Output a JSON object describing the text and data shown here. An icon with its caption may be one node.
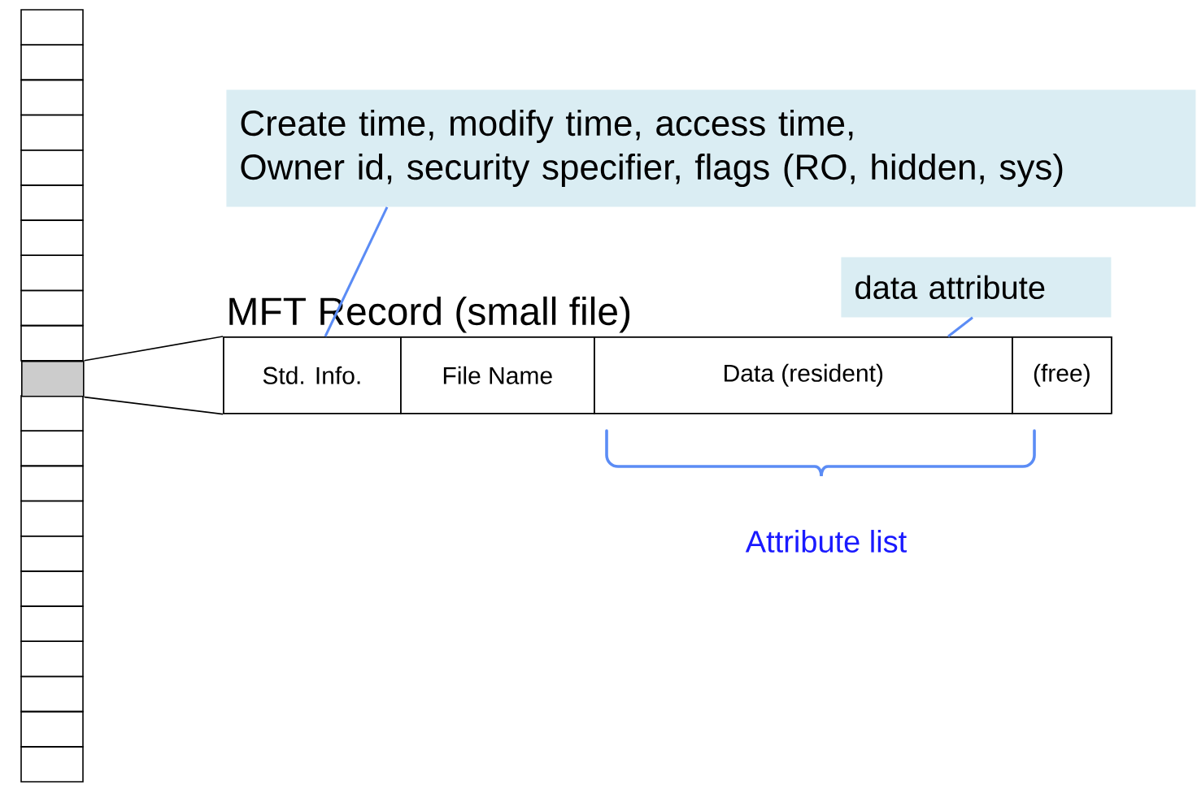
{
  "diagram": {
    "nodes": [
      {
        "text": [
          "MFT Record (small file)"
        ]
      },
      {
        "text": [
          "Std. Info."
        ],
        "in": 0
      },
      {
        "text": [
          "File Name"
        ],
        "in": 0
      },
      {
        "text": [
          "Data (resident)"
        ],
        "in": 0
      },
      {
        "text": [
          "(free)"
        ],
        "in": 0
      },
      {
        "text": [
          "Create time, modify time, access time,",
          "Owner id, security specifier, flags (RO, hidden, sys)"
        ]
      },
      {
        "text": [
          "data attribute"
        ]
      },
      {
        "text": [],
        "shape": "box"
      }
    ],
    "edges": [
      {
        "from": 7,
        "to": 0,
        "arrow": "none"
      },
      {
        "from": 7,
        "to": 0,
        "arrow": "none"
      },
      {
        "from": 5,
        "to": 1,
        "arrow": "none",
        "color": "#5b8cf5"
      },
      {
        "from": 6,
        "to": 3,
        "arrow": "none",
        "color": "#5b8cf5"
      }
    ],
    "labels": [
      "Attribute list"
    ]
  }
}
